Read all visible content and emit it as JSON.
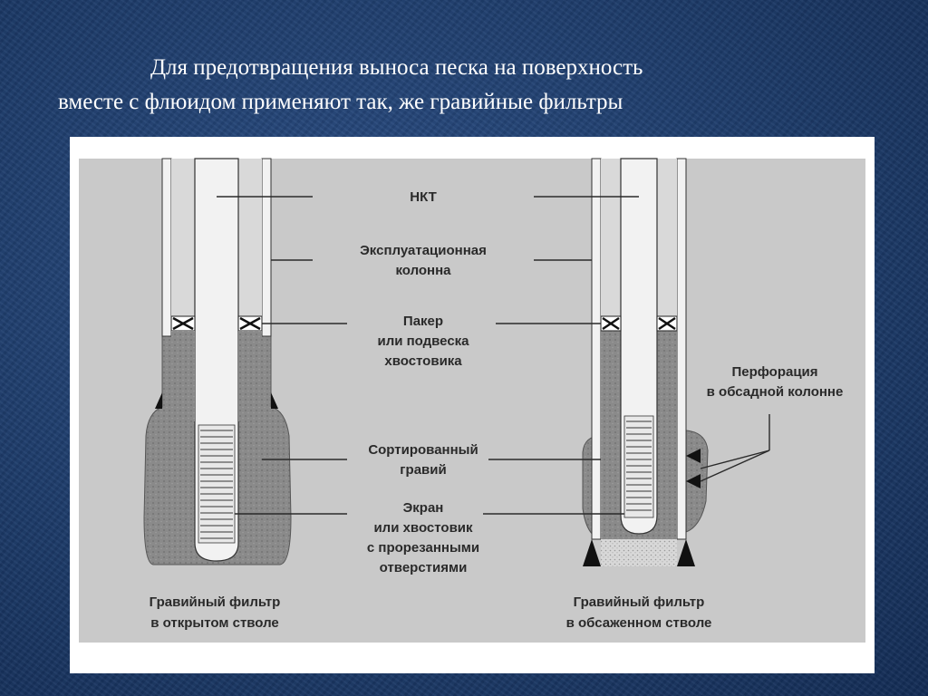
{
  "slide": {
    "title_line1": "Для предотвращения выноса песка на поверхность",
    "title_line2": "вместе с флюидом применяют так, же гравийные фильтры"
  },
  "diagram": {
    "labels": {
      "nkt": "НКТ",
      "casing_1": "Эксплуатационная",
      "casing_2": "колонна",
      "packer_1": "Пакер",
      "packer_2": "или подвеска",
      "packer_3": "хвостовика",
      "perf_1": "Перфорация",
      "perf_2": "в обсадной колонне",
      "gravel_1": "Сортированный",
      "gravel_2": "гравий",
      "screen_1": "Экран",
      "screen_2": "или хвостовик",
      "screen_3": "с прорезанными",
      "screen_4": "отверстиями",
      "left_caption_1": "Гравийный фильтр",
      "left_caption_2": "в открытом стволе",
      "right_caption_1": "Гравийный фильтр",
      "right_caption_2": "в обсаженном стволе"
    },
    "colors": {
      "background": "#c9c9c9",
      "gravel": "#8a8a8a",
      "pipe": "#f2f2f2",
      "line": "#2a2a2a"
    }
  }
}
